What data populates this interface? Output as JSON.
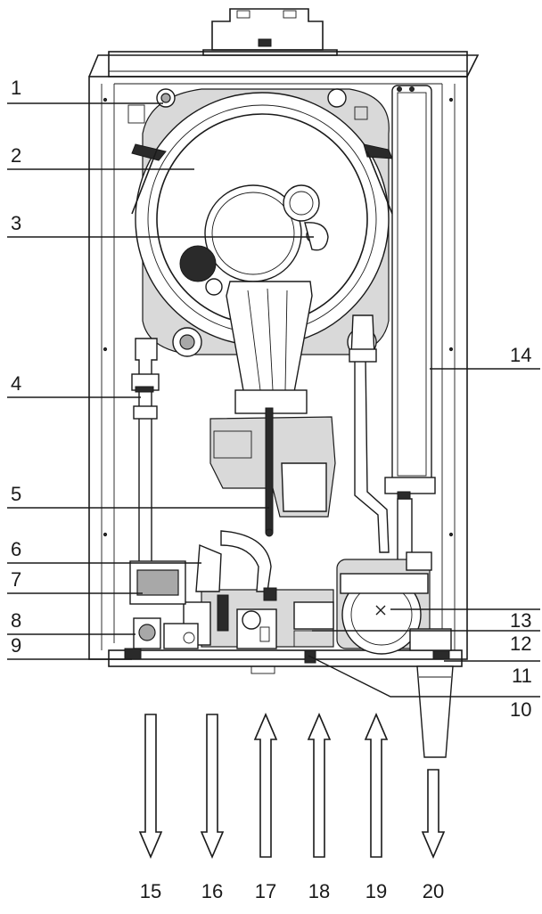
{
  "callouts": [
    {
      "id": "1",
      "label": "1"
    },
    {
      "id": "2",
      "label": "2"
    },
    {
      "id": "3",
      "label": "3"
    },
    {
      "id": "4",
      "label": "4"
    },
    {
      "id": "5",
      "label": "5"
    },
    {
      "id": "6",
      "label": "6"
    },
    {
      "id": "7",
      "label": "7"
    },
    {
      "id": "8",
      "label": "8"
    },
    {
      "id": "9",
      "label": "9"
    },
    {
      "id": "10",
      "label": "10"
    },
    {
      "id": "11",
      "label": "11"
    },
    {
      "id": "12",
      "label": "12"
    },
    {
      "id": "13",
      "label": "13"
    },
    {
      "id": "14",
      "label": "14"
    }
  ],
  "connections": [
    {
      "id": "15",
      "label": "15",
      "direction": "down"
    },
    {
      "id": "16",
      "label": "16",
      "direction": "down"
    },
    {
      "id": "17",
      "label": "17",
      "direction": "up"
    },
    {
      "id": "18",
      "label": "18",
      "direction": "up"
    },
    {
      "id": "19",
      "label": "19",
      "direction": "up"
    },
    {
      "id": "20",
      "label": "20",
      "direction": "down"
    }
  ]
}
